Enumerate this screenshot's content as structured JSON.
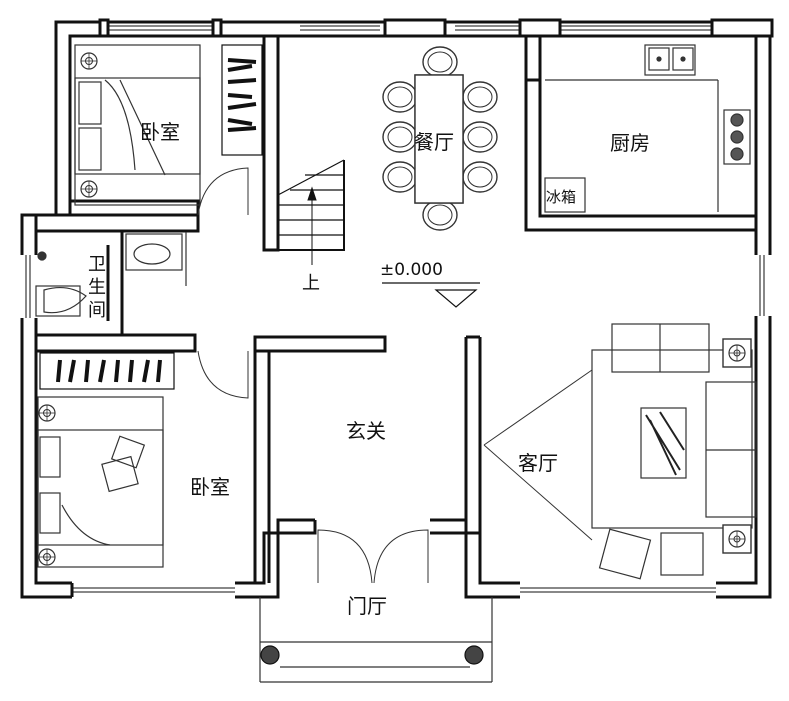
{
  "rooms": {
    "bedroom_top": "卧室",
    "dining": "餐厅",
    "kitchen": "厨房",
    "fridge": "冰箱",
    "stairs_up": "上",
    "elevation": "±0.000",
    "bathroom_line1": "卫",
    "bathroom_line2": "生",
    "bathroom_line3": "间",
    "foyer": "玄关",
    "living": "客厅",
    "bedroom_bottom": "卧室",
    "entrance": "门厅"
  }
}
